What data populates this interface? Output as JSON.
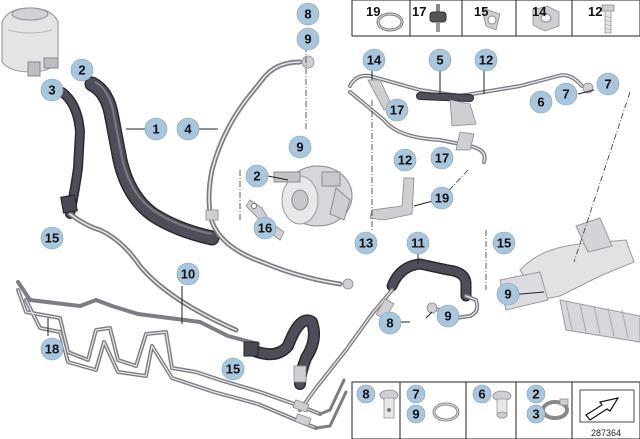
{
  "document_number": "287364",
  "top_legend": [
    {
      "number": "19",
      "part": "o-ring-icon"
    },
    {
      "number": "17",
      "part": "rubber-mount-icon"
    },
    {
      "number": "15",
      "part": "clamp-bracket-icon"
    },
    {
      "number": "14",
      "part": "hex-nut-icon"
    },
    {
      "number": "12",
      "part": "bolt-icon"
    }
  ],
  "bottom_legend": [
    {
      "numbers": [
        "8"
      ],
      "part": "banjo-bolt-icon"
    },
    {
      "numbers": [
        "7",
        "9"
      ],
      "part": "sealing-ring-icon"
    },
    {
      "numbers": [
        "6"
      ],
      "part": "hollow-bolt-icon"
    },
    {
      "numbers": [
        "2",
        "3"
      ],
      "part": "hose-clamp-icon"
    }
  ],
  "callouts": [
    {
      "id": "c1",
      "number": "1"
    },
    {
      "id": "c2a",
      "number": "2"
    },
    {
      "id": "c2b",
      "number": "2"
    },
    {
      "id": "c3",
      "number": "3"
    },
    {
      "id": "c4",
      "number": "4"
    },
    {
      "id": "c5",
      "number": "5"
    },
    {
      "id": "c6",
      "number": "6"
    },
    {
      "id": "c7a",
      "number": "7"
    },
    {
      "id": "c7b",
      "number": "7"
    },
    {
      "id": "c8a",
      "number": "8"
    },
    {
      "id": "c8b",
      "number": "8"
    },
    {
      "id": "c9a",
      "number": "9"
    },
    {
      "id": "c9b",
      "number": "9"
    },
    {
      "id": "c9c",
      "number": "9"
    },
    {
      "id": "c9d",
      "number": "9"
    },
    {
      "id": "c10",
      "number": "10"
    },
    {
      "id": "c11",
      "number": "11"
    },
    {
      "id": "c12a",
      "number": "12"
    },
    {
      "id": "c12b",
      "number": "12"
    },
    {
      "id": "c13",
      "number": "13"
    },
    {
      "id": "c14",
      "number": "14"
    },
    {
      "id": "c15a",
      "number": "15"
    },
    {
      "id": "c15b",
      "number": "15"
    },
    {
      "id": "c15c",
      "number": "15"
    },
    {
      "id": "c16",
      "number": "16"
    },
    {
      "id": "c17a",
      "number": "17"
    },
    {
      "id": "c17b",
      "number": "17"
    },
    {
      "id": "c18",
      "number": "18"
    },
    {
      "id": "c19",
      "number": "19"
    }
  ]
}
